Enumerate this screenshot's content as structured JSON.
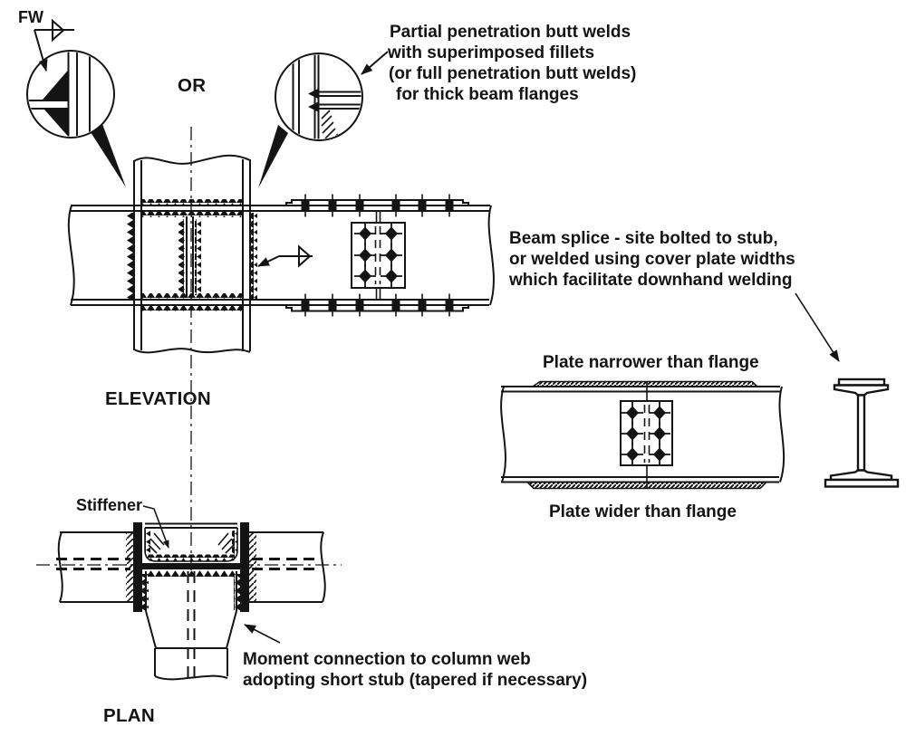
{
  "colors": {
    "ink": "#141414",
    "paper": "#ffffff"
  },
  "labels": {
    "fw": "FW",
    "or": "OR",
    "elevation": "ELEVATION",
    "plan": "PLAN",
    "stiffener": "Stiffener",
    "plate_narrower": "Plate narrower than  flange",
    "plate_wider": "Plate wider  than  flange"
  },
  "notes": {
    "weld": [
      "Partial penetration butt welds",
      "with superimposed fillets",
      "(or full penetration butt welds)",
      "for thick beam flanges"
    ],
    "splice": [
      "Beam splice - site bolted to stub,",
      "or welded using cover plate widths",
      "which facilitate downhand welding"
    ],
    "moment": [
      "Moment connection to column web",
      "adopting short stub (tapered if necessary)"
    ]
  }
}
